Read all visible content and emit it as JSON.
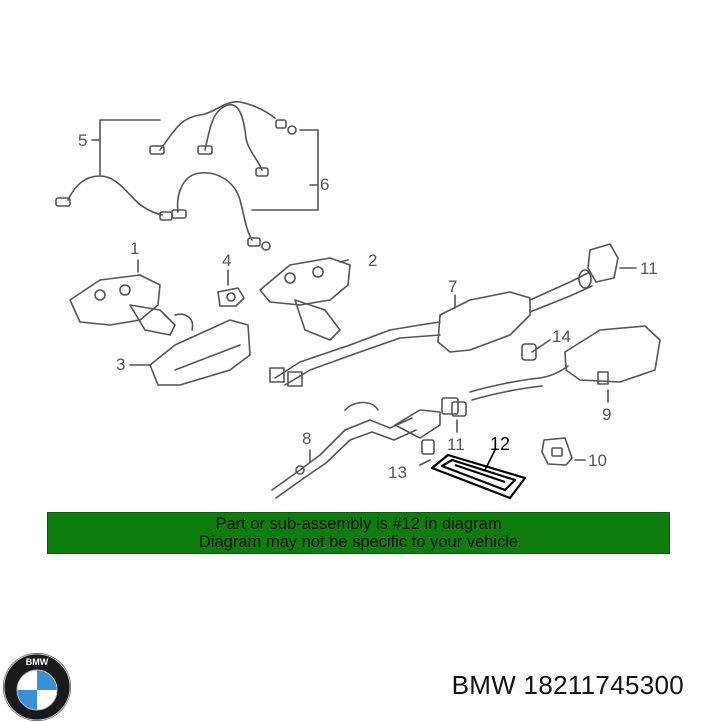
{
  "diagram": {
    "callouts": [
      "1",
      "2",
      "3",
      "4",
      "5",
      "6",
      "7",
      "8",
      "9",
      "10",
      "11",
      "11",
      "12",
      "13",
      "14"
    ],
    "highlight_color": "#000000",
    "line_color": "#555555"
  },
  "banner": {
    "line1": "Part or sub-assembly is #12 in diagram",
    "line2": "Diagram may not be specific to your vehicle",
    "background": "#0d7d0d"
  },
  "logo": {
    "text": "BMW",
    "colors": {
      "blue": "#3a8fd6",
      "ring": "#1a1a1a"
    }
  },
  "part_number": "BMW 18211745300"
}
